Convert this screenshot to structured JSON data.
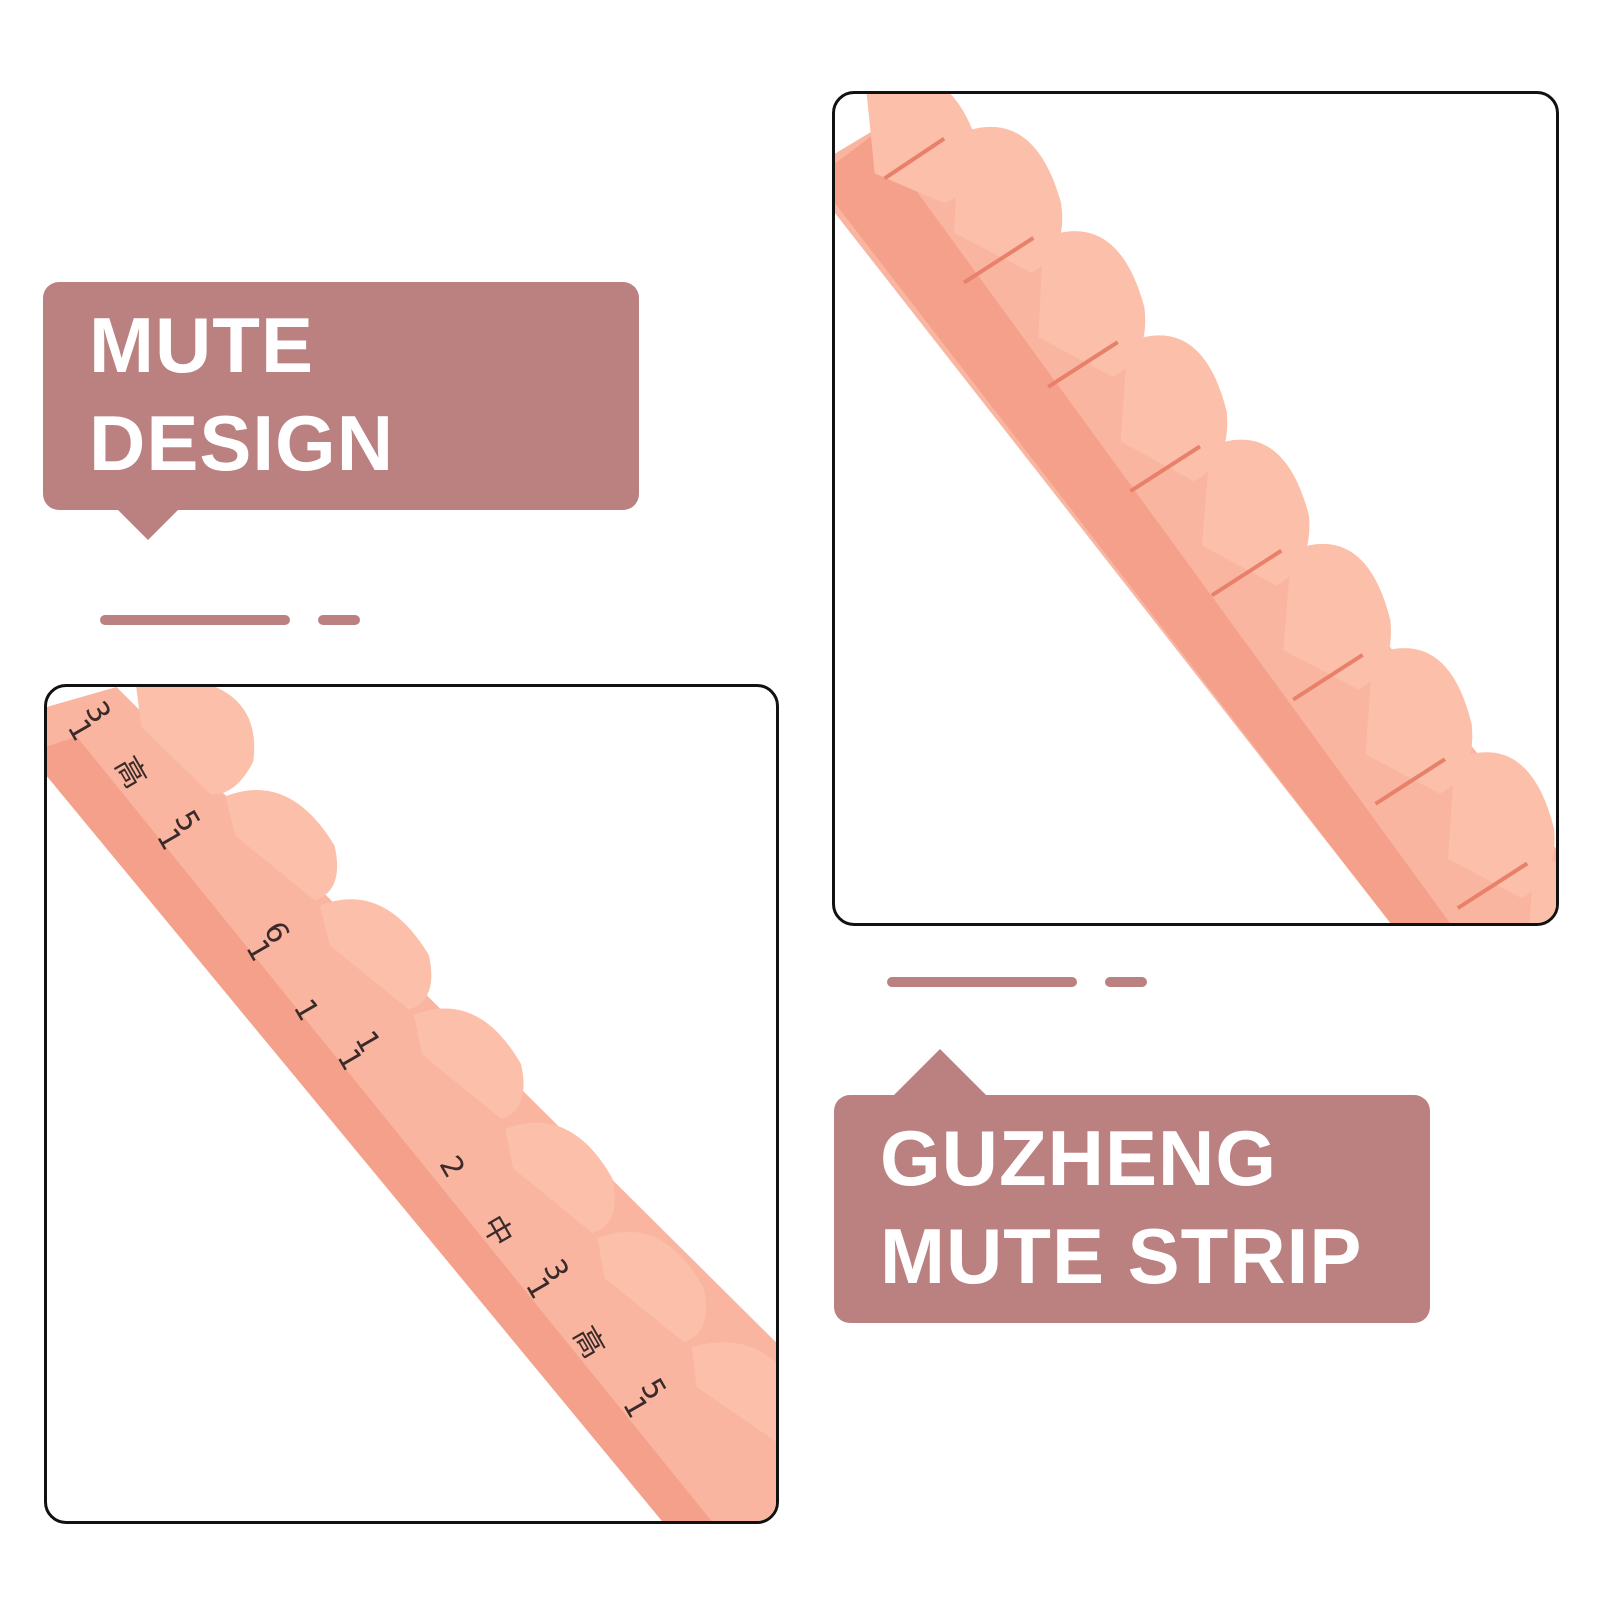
{
  "callouts": {
    "mute_design": {
      "line1": "MUTE",
      "line2": "DESIGN"
    },
    "guzheng_strip": {
      "line1": "GUZHENG",
      "line2": "MUTE STRIP"
    }
  },
  "strip_markings": [
    "1",
    "3",
    "高",
    "1",
    "5",
    "1",
    "6",
    "1",
    "1",
    "1",
    "2",
    "中",
    "1",
    "3",
    "高",
    "1",
    "5"
  ],
  "colors": {
    "callout_bg": "#bb8080",
    "callout_text": "#ffffff",
    "frame_border": "#111111",
    "strip_light": "#f9b5a0",
    "strip_shade": "#f4a08a",
    "strip_slit": "#e8806a"
  }
}
